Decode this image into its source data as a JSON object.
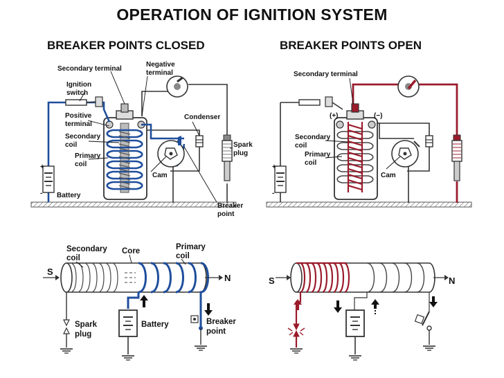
{
  "title": "OPERATION OF IGNITION SYSTEM",
  "headings": {
    "closed": "BREAKER POINTS CLOSED",
    "open": "BREAKER POINTS OPEN"
  },
  "colors": {
    "primary_current": "#1f4e9c",
    "secondary_current": "#9a1b2b",
    "wire": "#333333"
  },
  "closed": {
    "secondary_terminal": "Secondary terminal",
    "negative_terminal": [
      "Negative",
      "terminal"
    ],
    "ignition_switch": [
      "Ignition",
      "switch"
    ],
    "positive_terminal": [
      "Positive",
      "terminal"
    ],
    "condenser": "Condenser",
    "secondary_coil": [
      "Secondary",
      "coil"
    ],
    "primary_coil": [
      "Primary",
      "coil"
    ],
    "spark_plug": [
      "Spark",
      "plug"
    ],
    "cam": "Cam",
    "battery": "Battery",
    "breaker_point": [
      "Breaker",
      "point"
    ],
    "plus": "+",
    "minus": "-"
  },
  "open": {
    "secondary_terminal": "Secondary terminal",
    "plus_mark": "(+)",
    "minus_mark": "(−)",
    "secondary_coil": [
      "Secondary",
      "coil"
    ],
    "primary_coil": [
      "Primary",
      "coil"
    ],
    "cam": "Cam",
    "plus": "+",
    "minus": "-"
  },
  "bottom_closed": {
    "secondary_coil": [
      "Secondary",
      "coil"
    ],
    "core": "Core",
    "primary_coil": [
      "Primary",
      "coil"
    ],
    "s": "S",
    "n": "N",
    "spark_plug": [
      "Spark",
      "plug"
    ],
    "battery": "Battery",
    "breaker_point": [
      "Breaker",
      "point"
    ]
  },
  "bottom_open": {
    "s": "S",
    "n": "N"
  }
}
